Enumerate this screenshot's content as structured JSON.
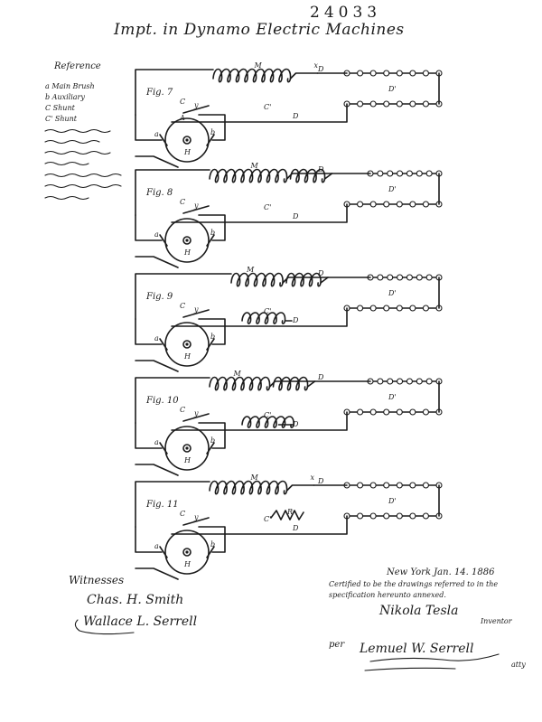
{
  "header": {
    "serial": "24033",
    "title": "Impt. in Dynamo Electric Machines"
  },
  "reference": {
    "heading": "Reference",
    "items": [
      "a  Main Brush",
      "b  Auxiliary",
      "C  Shunt",
      "C'  Shunt"
    ]
  },
  "figures": [
    {
      "label": "Fig. 7"
    },
    {
      "label": "Fig. 8"
    },
    {
      "label": "Fig. 9"
    },
    {
      "label": "Fig. 10"
    },
    {
      "label": "Fig. 11"
    }
  ],
  "letters": {
    "M": "M",
    "D": "D",
    "Dp": "D'",
    "a": "a",
    "b": "b",
    "c": "C",
    "cp": "C'",
    "y": "y",
    "x": "x",
    "H": "H",
    "A": "A",
    "R": "R"
  },
  "footer": {
    "witnesses": "Witnesses",
    "witness1": "Chas. H. Smith",
    "witness2": "Wallace L. Serrell",
    "place_date": "New York  Jan. 14. 1886",
    "certified": [
      "Certified to be the drawings referred to in the",
      "specification hereunto annexed."
    ],
    "inventor_name": "Nikola Tesla",
    "inventor_role": "Inventor",
    "per": "per",
    "attorney_name": "Lemuel W. Serrell",
    "attorney_role": "atty"
  }
}
